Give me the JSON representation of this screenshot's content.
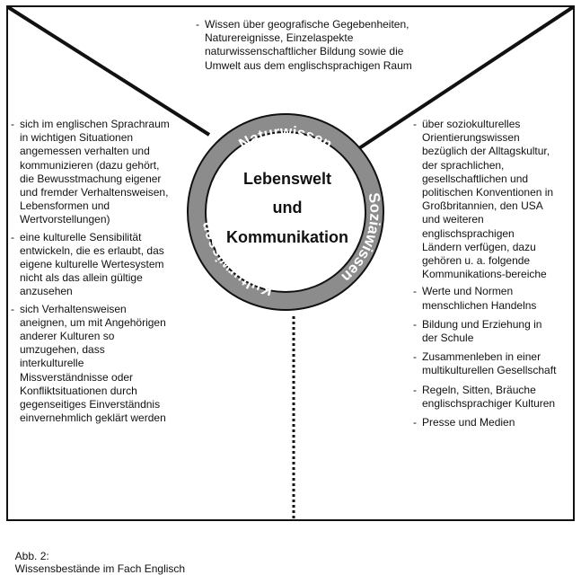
{
  "diagram": {
    "center": [
      "Lebenswelt",
      "und",
      "Kommunikation"
    ],
    "ring_labels": {
      "top": "Naturwissen",
      "left": "Kulturwissen",
      "right": "Soziawissen"
    }
  },
  "top_block": {
    "text": "Wissen über geografische Gegebenheiten, Naturereignisse, Einzelaspekte naturwissenschaftlicher Bildung sowie die Umwelt aus dem englischsprachigen Raum"
  },
  "left_block": {
    "items": [
      "sich im englischen Sprachraum in wichtigen Situationen angemessen verhalten und kommunizieren (dazu gehört, die Bewusstmachung eigener und fremder Verhaltensweisen, Lebensformen und Wertvorstellungen)",
      "eine kulturelle Sensibilität entwickeln, die es erlaubt, das eigene kulturelle Wertesystem nicht als das allein gültige anzusehen",
      "sich Verhaltensweisen aneignen, um mit Angehörigen anderer Kulturen so umzugehen, dass interkulturelle Missverständnisse oder Konfliktsituationen durch gegenseitiges Einverständnis einvernehmlich geklärt werden"
    ]
  },
  "right_block": {
    "intro": "über soziokulturelles Orientierungswissen bezüglich der Alltagskultur, der sprachlichen, gesellschaftlichen und politischen Konventionen in Großbritannien, den USA und weiteren englischsprachigen Ländern verfügen, dazu gehören u. a. folgende Kommunikations-bereiche",
    "items": [
      "Werte und Normen menschlichen Handelns",
      "Bildung und Erziehung in der Schule",
      "Zusammenleben in einer multikulturellen Gesellschaft",
      "Regeln, Sitten, Bräuche englischsprachiger Kulturen",
      "Presse und Medien"
    ]
  },
  "caption": {
    "label": "Abb. 2:",
    "text": "Wissensbestände im Fach Englisch"
  },
  "colors": {
    "ring": "#8c8c8c",
    "line": "#111111",
    "ring_text": "#ffffff"
  }
}
